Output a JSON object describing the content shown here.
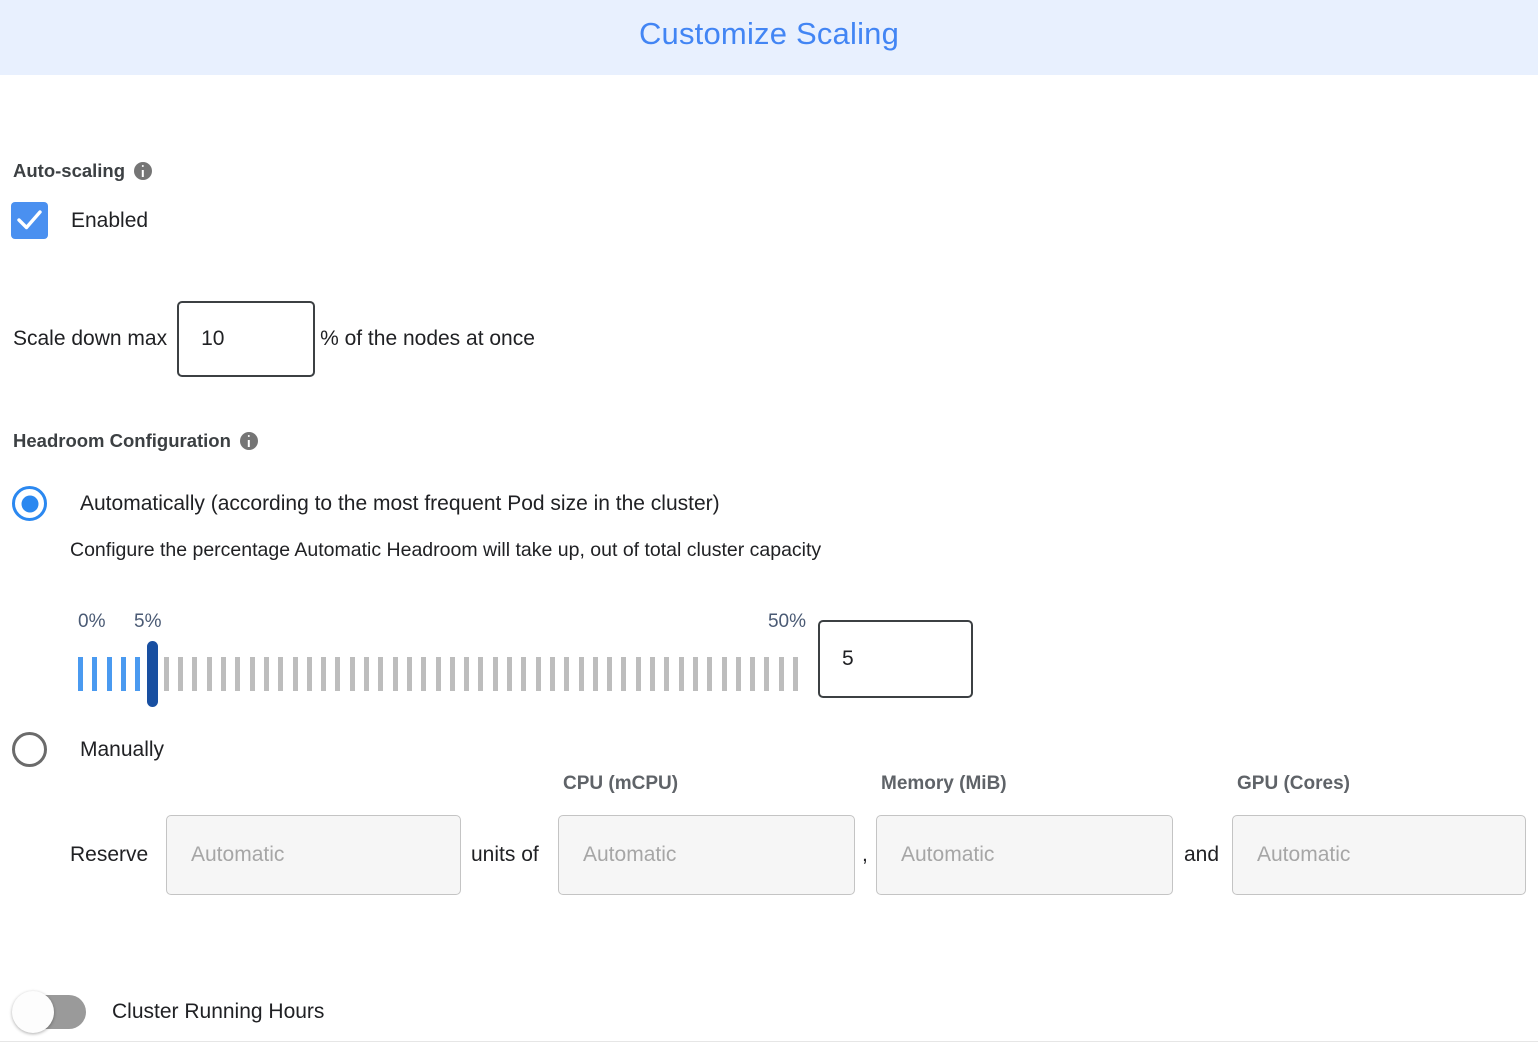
{
  "dialog": {
    "title": "Customize Scaling",
    "title_color": "#4285f4",
    "header_bg": "#e8f0fe"
  },
  "autoscaling": {
    "heading": "Auto-scaling",
    "info_icon": "info-icon",
    "checkbox": {
      "label": "Enabled",
      "checked": true,
      "color": "#4a90f0"
    },
    "scale_down": {
      "label": "Scale down max",
      "value": "10",
      "suffix": "% of the nodes at once"
    }
  },
  "headroom": {
    "heading": "Headroom Configuration",
    "info_icon": "info-icon",
    "options": [
      {
        "id": "automatically",
        "label": "Automatically (according to the most frequent Pod size in the cluster)",
        "selected": true
      },
      {
        "id": "manually",
        "label": "Manually",
        "selected": false
      }
    ],
    "description": "Configure the percentage Automatic Headroom will take up, out of total cluster capacity",
    "slider": {
      "min_label": "0%",
      "value_label": "5%",
      "max_label": "50%",
      "min": 0,
      "max": 50,
      "value": 5,
      "ticks": 51,
      "active_color": "#4a9af0",
      "inactive_color": "#bdbdbd",
      "thumb_color": "#184fa1",
      "label_color": "#4a5a74"
    },
    "value_input": {
      "value": "5"
    },
    "manual_reserve": {
      "reserve_word": "Reserve",
      "units_of_word": "units of",
      "comma_word": ",",
      "and_word": "and",
      "units_field": {
        "placeholder": "Automatic",
        "value": "",
        "disabled": true
      },
      "columns": [
        {
          "header": "CPU (mCPU)",
          "placeholder": "Automatic",
          "value": "",
          "disabled": true
        },
        {
          "header": "Memory (MiB)",
          "placeholder": "Automatic",
          "value": "",
          "disabled": true
        },
        {
          "header": "GPU (Cores)",
          "placeholder": "Automatic",
          "value": "",
          "disabled": true
        }
      ]
    }
  },
  "cluster_running_hours": {
    "label": "Cluster Running Hours",
    "enabled": false
  }
}
